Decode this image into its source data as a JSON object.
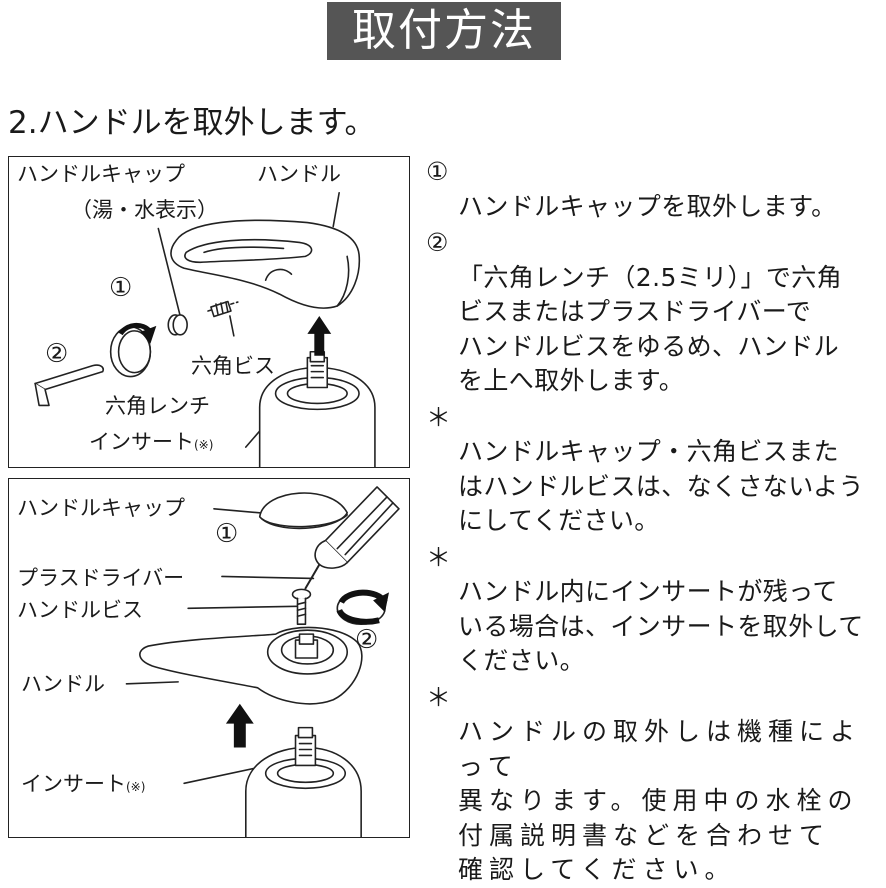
{
  "title": "取付方法",
  "step_heading": "2.ハンドルを取外します。",
  "figure_top": {
    "labels": {
      "handle_cap": "ハンドルキャップ",
      "cap_note": "（湯・水表示）",
      "handle": "ハンドル",
      "marker1": "①",
      "marker2": "②",
      "hex_screw": "六角ビス",
      "hex_wrench": "六角レンチ",
      "insert": "インサート",
      "insert_note": "(※)"
    }
  },
  "figure_bottom": {
    "labels": {
      "handle_cap": "ハンドルキャップ",
      "marker1": "①",
      "screwdriver": "プラスドライバー",
      "handle_screw": "ハンドルビス",
      "marker2": "②",
      "handle": "ハンドル",
      "insert": "インサート",
      "insert_note": "(※)"
    }
  },
  "instructions": [
    {
      "mark": "①",
      "text": "ハンドルキャップを取外します。"
    },
    {
      "mark": "②",
      "text": "「六角レンチ（2.5ミリ）」で六角\nビスまたはプラスドライバーで\nハンドルビスをゆるめ、ハンドル\nを上へ取外します。"
    },
    {
      "mark": "＊",
      "text": "ハンドルキャップ・六角ビスまた\nはハンドルビスは、なくさないよう\nにしてください。"
    },
    {
      "mark": "＊",
      "text": "ハンドル内にインサートが残って\nいる場合は、インサートを取外して\nください。"
    },
    {
      "mark": "＊",
      "text": "ハンドルの取外しは機種によって\n異なります。使用中の水栓の\n付属説明書などを合わせて\n確認してください。"
    }
  ]
}
